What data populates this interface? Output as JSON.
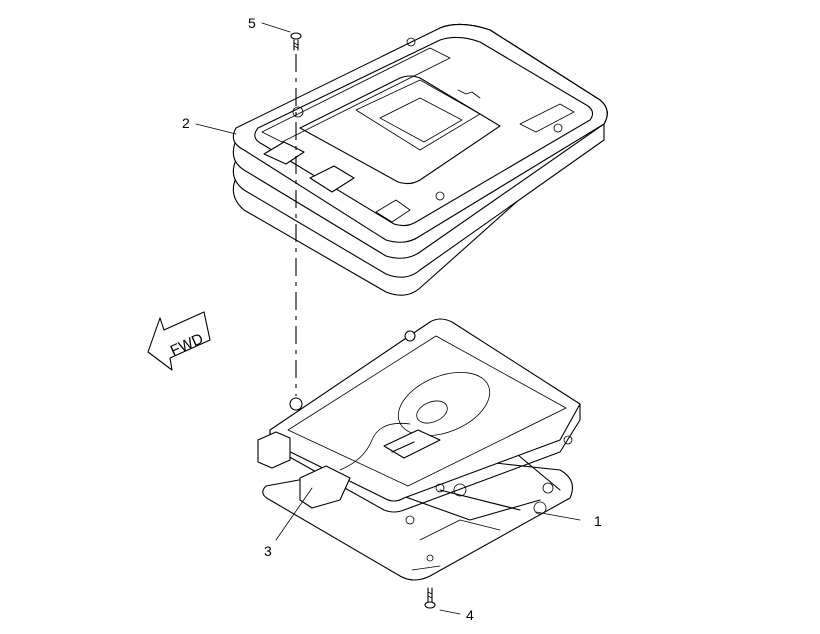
{
  "callouts": {
    "c1": "1",
    "c2": "2",
    "c3": "3",
    "c4": "4",
    "c5": "5"
  },
  "direction_arrow": {
    "label": "FWD"
  },
  "colors": {
    "line": "#000000",
    "background": "#ffffff"
  }
}
